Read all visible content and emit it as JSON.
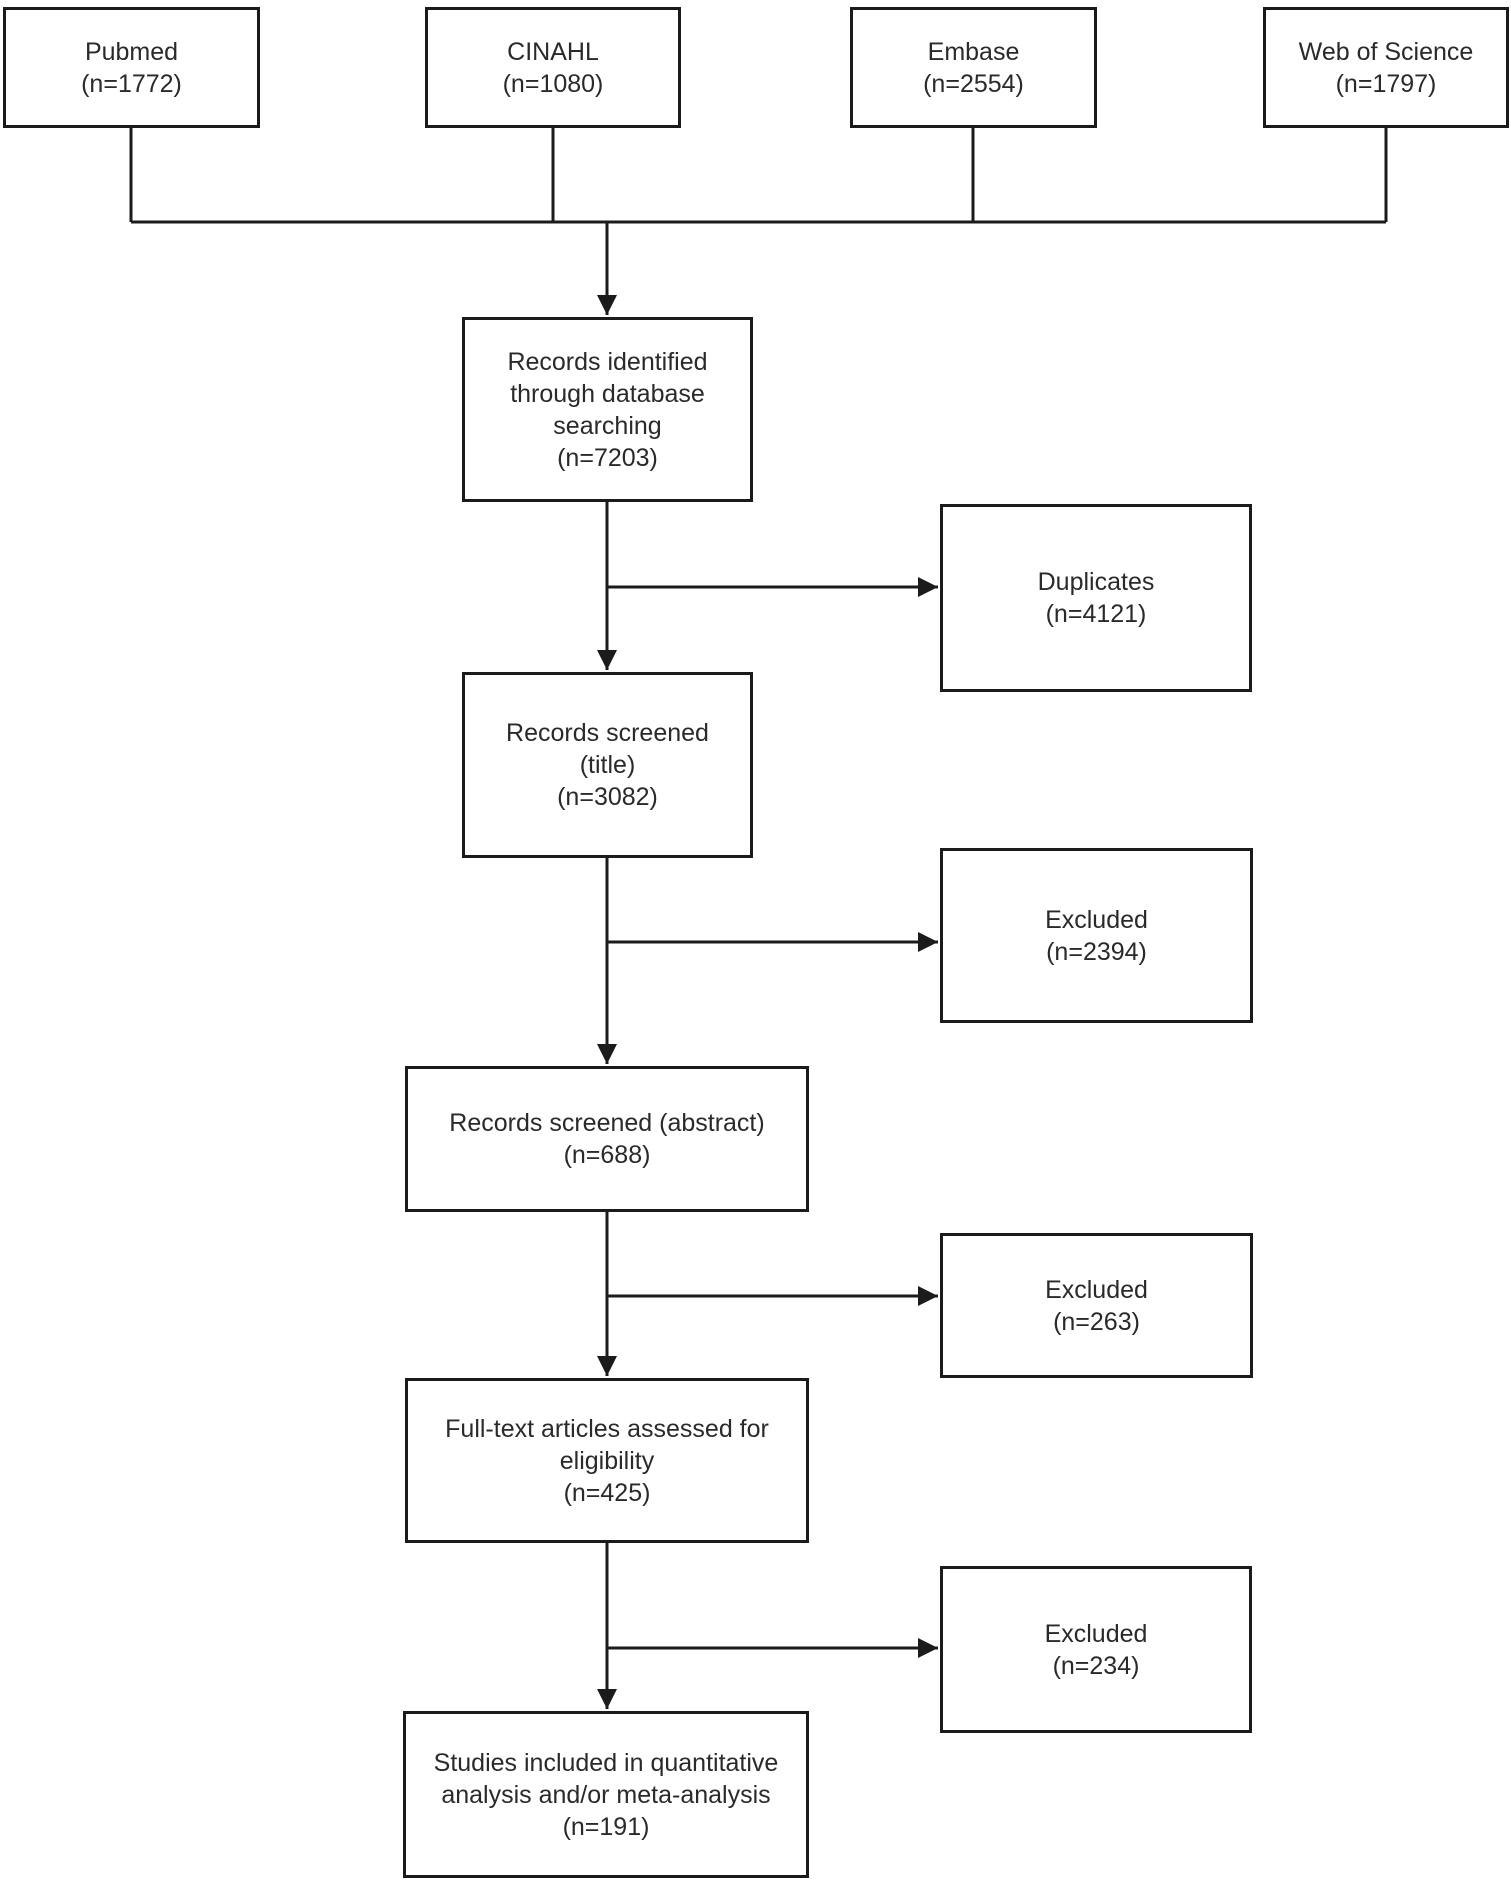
{
  "diagram_type": "prisma-style study selection flowchart",
  "sources": [
    {
      "label": "Pubmed",
      "count": "(n=1772)"
    },
    {
      "label": "CINAHL",
      "count": "(n=1080)"
    },
    {
      "label": "Embase",
      "count": "(n=2554)"
    },
    {
      "label": "Web of Science",
      "count": "(n=1797)"
    }
  ],
  "stages": [
    {
      "label": "Records identified through database searching",
      "count": "(n=7203)"
    },
    {
      "label": "Records screened (title)",
      "count": "(n=3082)"
    },
    {
      "label": "Records screened (abstract)",
      "count": "(n=688)"
    },
    {
      "label": "Full-text articles assessed for eligibility",
      "count": "(n=425)"
    },
    {
      "label": "Studies included in quantitative analysis and/or meta-analysis",
      "count": "(n=191)"
    }
  ],
  "exclusions": [
    {
      "label": "Duplicates",
      "count": "(n=4121)"
    },
    {
      "label": "Excluded",
      "count": "(n=2394)"
    },
    {
      "label": "Excluded",
      "count": "(n=263)"
    },
    {
      "label": "Excluded",
      "count": "(n=234)"
    }
  ],
  "colors": {
    "line": "#1b1b1b",
    "box_border": "#1b1b1b",
    "text": "#2a2a2a",
    "background": "#ffffff"
  }
}
